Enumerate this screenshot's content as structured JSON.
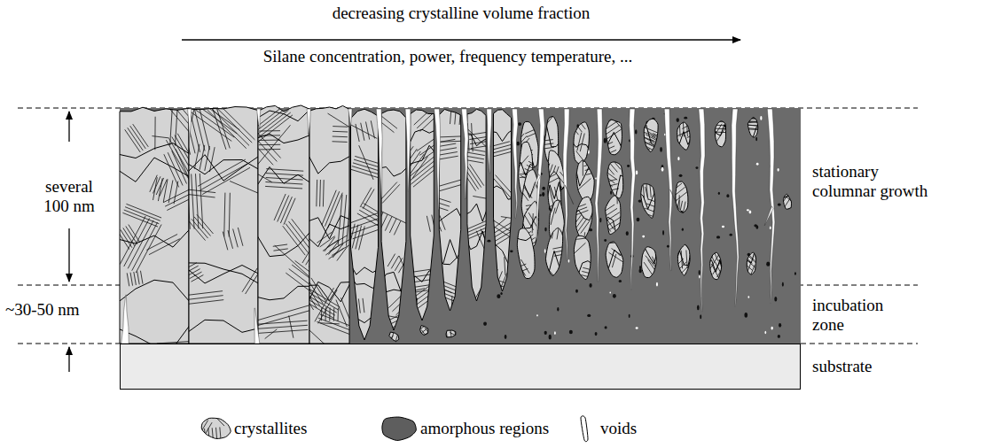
{
  "diagram": {
    "nodes": [
      {
        "text": [
          "substrate"
        ]
      }
    ],
    "labels": [
      "decreasing crystalline volume fraction",
      "Silane concentration, power, frequency temperature, ...",
      "several 100 nm",
      "~30-50 nm",
      "stationary columnar growth",
      "incubation zone"
    ],
    "legend": [
      {
        "text": "crystallites"
      },
      {
        "text": "amorphous regions"
      },
      {
        "text": "voids"
      }
    ]
  }
}
